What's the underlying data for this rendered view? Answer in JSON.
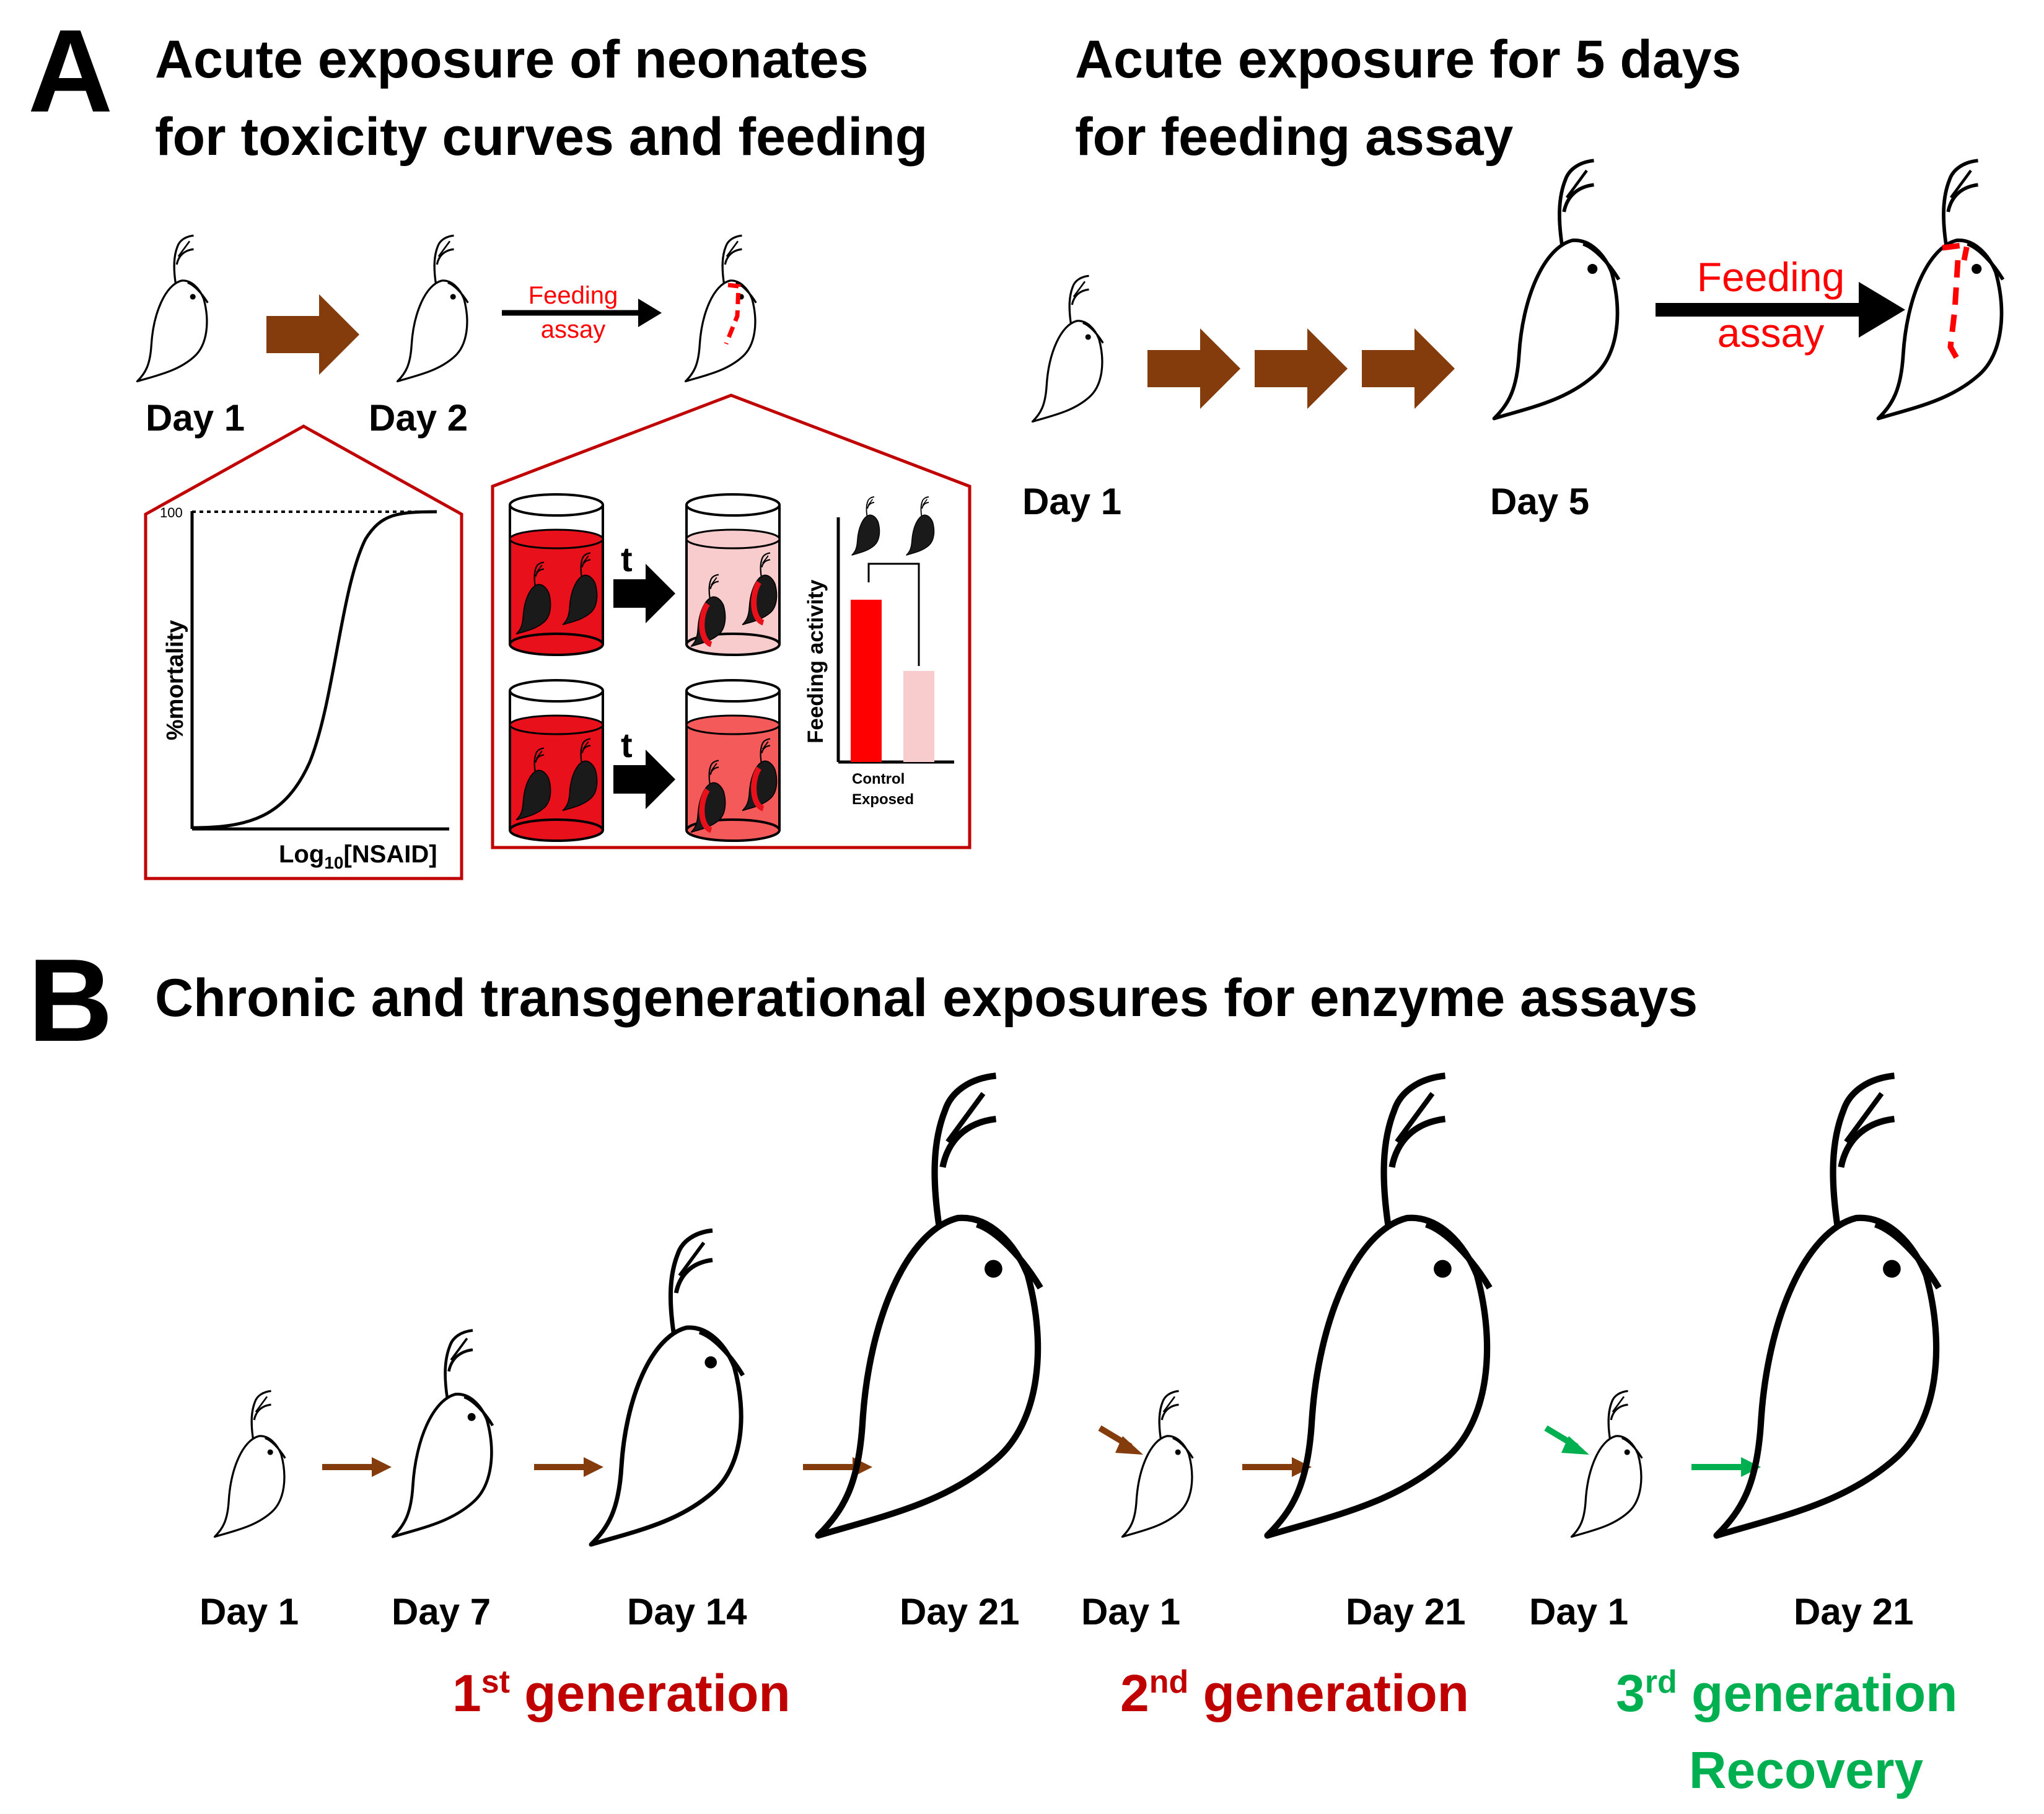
{
  "colors": {
    "arrow_brown": "#843C0C",
    "dark_red": "#C00000",
    "red": "#FF0000",
    "green": "#00B050",
    "pink": "#F8CBCC",
    "mid_red": "#F45A5A",
    "black": "#000000"
  },
  "panel_a": {
    "letter": "A",
    "left": {
      "title_line1": "Acute exposure of neonates",
      "title_line2": "for toxicity curves and feeding",
      "day_start": "Day 1",
      "day_end": "Day 2",
      "feeding_top": "Feeding",
      "feeding_bottom": "assay",
      "curve": {
        "y_max_label": "100",
        "ylabel": "%mortality",
        "xlabel_pre": "Log",
        "xlabel_sub": "10",
        "xlabel_post": "[NSAID]"
      },
      "feeding_box": {
        "time_label": "t",
        "ylabel": "Feeding activity",
        "legend_1": "Control",
        "legend_2": "Exposed"
      }
    },
    "right": {
      "title_line1": "Acute exposure for 5 days",
      "title_line2": "for feeding assay",
      "day_start": "Day 1",
      "day_end": "Day 5",
      "feeding_top": "Feeding",
      "feeding_bottom": "assay"
    }
  },
  "panel_b": {
    "letter": "B",
    "title": "Chronic and transgenerational exposures for enzyme assays",
    "days": [
      "Day 1",
      "Day 7",
      "Day 14",
      "Day 21",
      "Day 1",
      "Day 21",
      "Day 1",
      "Day 21"
    ],
    "gen1": {
      "num": "1",
      "sup": "st",
      "word": " generation"
    },
    "gen2": {
      "num": "2",
      "sup": "nd",
      "word": " generation"
    },
    "gen3": {
      "num": "3",
      "sup": "rd",
      "word": " generation",
      "line2": "Recovery"
    }
  }
}
